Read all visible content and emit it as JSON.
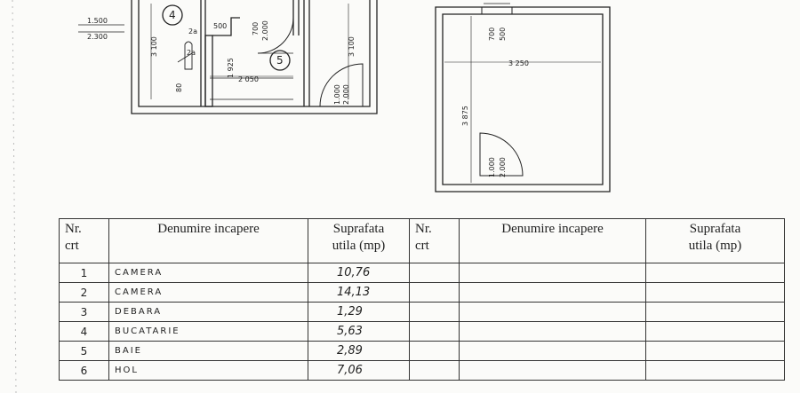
{
  "plan": {
    "left_plan": {
      "room_labels": [
        "4",
        "5"
      ],
      "dimensions": {
        "top_a": "1.500",
        "top_b": "2.300",
        "height_left": "3 100",
        "height_right": "3 100",
        "w_500": "500",
        "door_700": "700",
        "door_2000": "2.000",
        "small_2a": "2a",
        "small_2b": "2a",
        "h_1925": "1 925",
        "small_80": "80",
        "width_2050": "2 050",
        "door2_1000": "1.000",
        "door2_2000": "2.000"
      }
    },
    "right_plan": {
      "dimensions": {
        "top_700": "700",
        "top_500": "500",
        "width_3250": "3 250",
        "height_3875": "3 875",
        "door_1000": "1.000",
        "door_2000": "2.000"
      }
    }
  },
  "table": {
    "headers": [
      {
        "line1": "Nr.",
        "line2": "crt"
      },
      {
        "line1": "Denumire incapere",
        "line2": ""
      },
      {
        "line1": "Suprafata",
        "line2": "utila (mp)"
      },
      {
        "line1": "Nr.",
        "line2": "crt"
      },
      {
        "line1": "Denumire incapere",
        "line2": ""
      },
      {
        "line1": "Suprafata",
        "line2": "utila (mp)"
      }
    ],
    "rows": [
      {
        "nr": "1",
        "name": "CAMERA",
        "area": "10,76"
      },
      {
        "nr": "2",
        "name": "CAMERA",
        "area": "14,13"
      },
      {
        "nr": "3",
        "name": "DEBARA",
        "area": "1,29"
      },
      {
        "nr": "4",
        "name": "BUCATARIE",
        "area": "5,63"
      },
      {
        "nr": "5",
        "name": "BAIE",
        "area": "2,89"
      },
      {
        "nr": "6",
        "name": "HOL",
        "area": "7,06"
      }
    ]
  }
}
